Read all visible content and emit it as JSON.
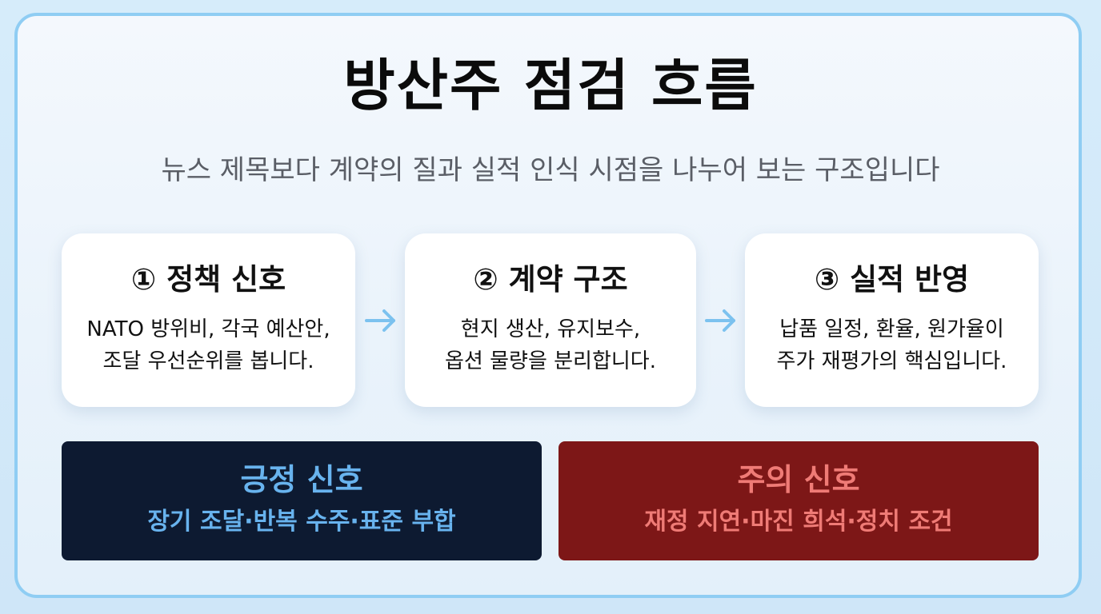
{
  "header": {
    "title": "방산주 점검 흐름",
    "subtitle": "뉴스 제목보다 계약의 질과 실적 인식 시점을 나누어 보는 구조입니다"
  },
  "steps": [
    {
      "title": "① 정책 신호",
      "line1": "NATO 방위비, 각국 예산안,",
      "line2": "조달 우선순위를 봅니다."
    },
    {
      "title": "② 계약 구조",
      "line1": "현지 생산, 유지보수,",
      "line2": "옵션 물량을 분리합니다."
    },
    {
      "title": "③ 실적 반영",
      "line1": "납품 일정, 환율, 원가율이",
      "line2": "주가 재평가의 핵심입니다."
    }
  ],
  "signals": {
    "positive": {
      "title": "긍정 신호",
      "desc": "장기 조달·반복 수주·표준 부합"
    },
    "caution": {
      "title": "주의 신호",
      "desc": "재정 지연·마진 희석·정치 조건"
    }
  },
  "colors": {
    "frame_border": "#8fcdf3",
    "arrow": "#7cc2ef",
    "positive_bg": "#0d1a31",
    "positive_text": "#68b3ee",
    "caution_bg": "#7d1717",
    "caution_text": "#ef7b76"
  },
  "icons": {
    "flow_arrow": "arrow-right-icon"
  }
}
